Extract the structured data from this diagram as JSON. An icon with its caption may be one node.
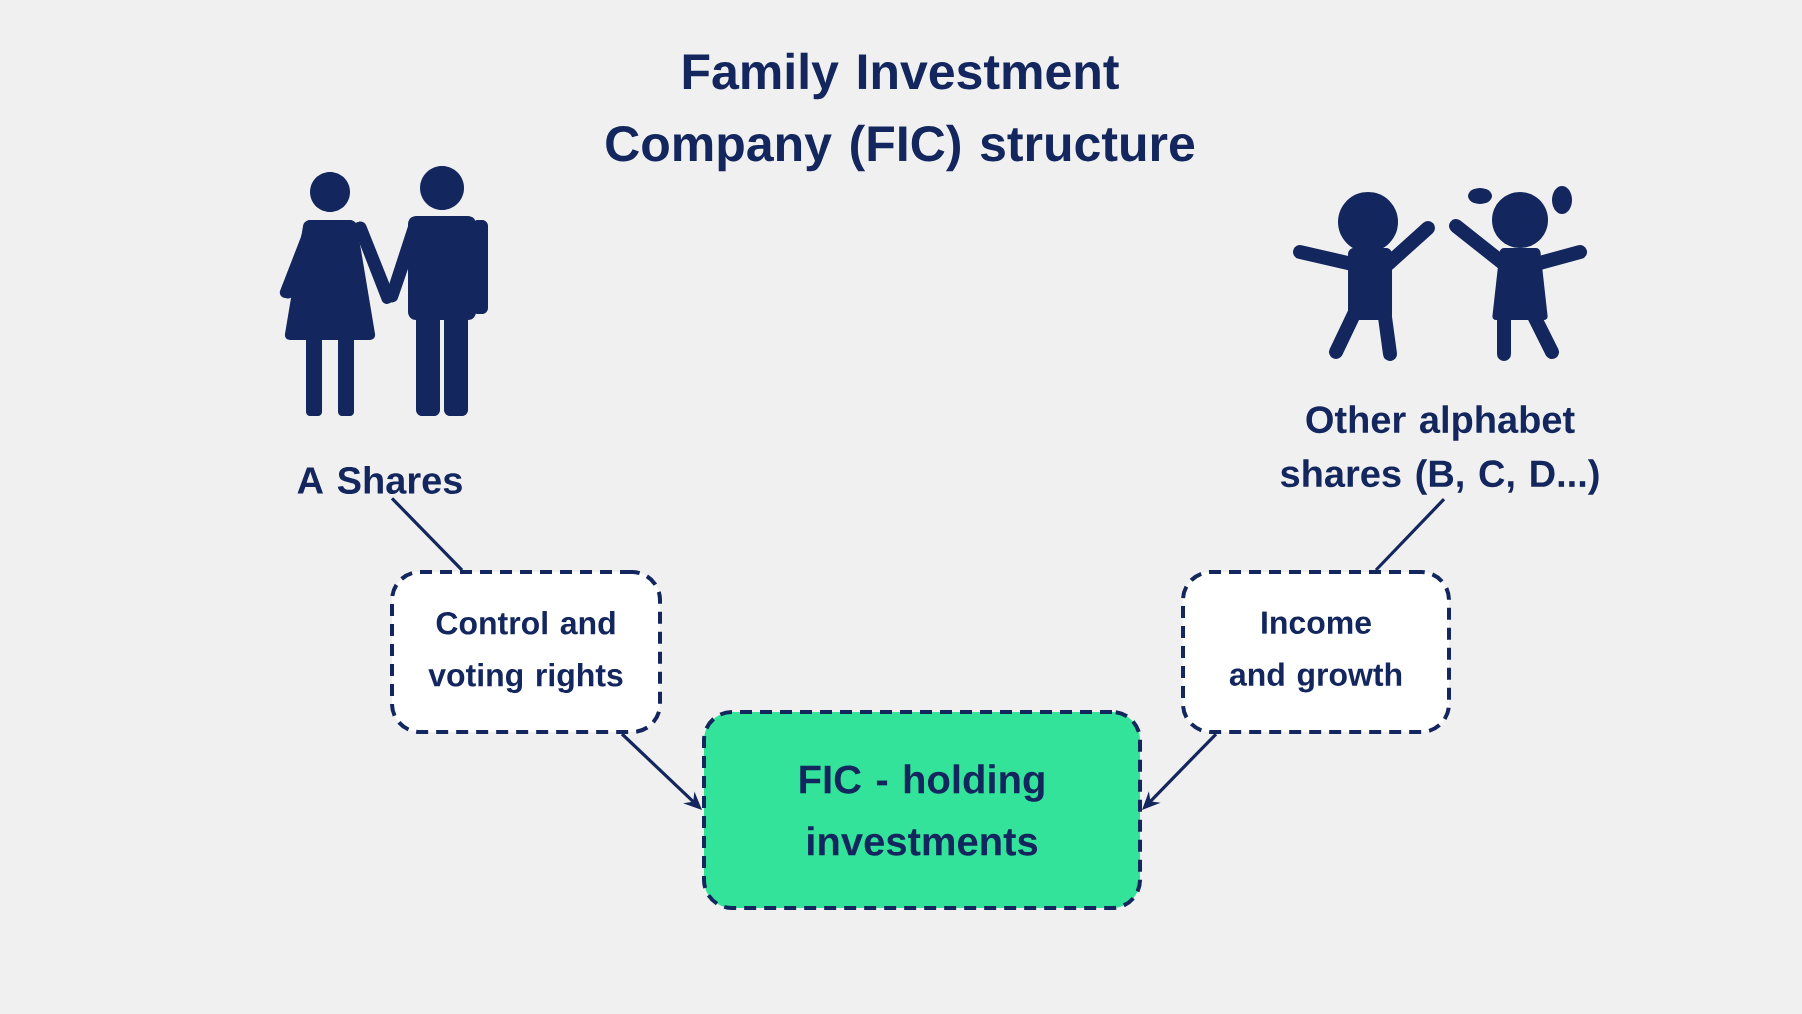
{
  "diagram": {
    "title": "Family Investment Company (FIC) structure",
    "nodes": [
      {
        "text": [
          "A Shares"
        ]
      },
      {
        "text": [
          "Other alphabet shares (B, C, D...)"
        ]
      },
      {
        "text": [
          "Control and voting rights"
        ]
      },
      {
        "text": [
          "Income and growth"
        ]
      },
      {
        "text": [
          "FIC - holding investments"
        ]
      }
    ],
    "edges": [
      {
        "from": 0,
        "to": 2,
        "arrow": "none"
      },
      {
        "from": 2,
        "to": 4,
        "arrow": "to"
      },
      {
        "from": 1,
        "to": 3,
        "arrow": "none"
      },
      {
        "from": 3,
        "to": 4,
        "arrow": "to"
      }
    ]
  }
}
